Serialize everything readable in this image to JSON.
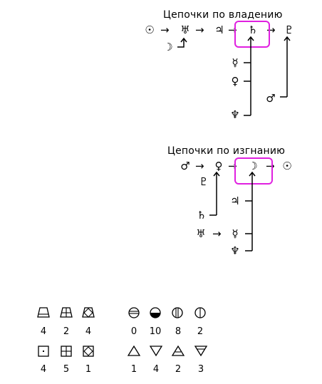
{
  "ownership": {
    "title": "Цепочки по владению",
    "chain": [
      "☉",
      "♅",
      "♃",
      "♄",
      "♇"
    ],
    "moon": "☽",
    "feeders": [
      "☿",
      "♀",
      "♆"
    ],
    "mars": "♂"
  },
  "exile": {
    "title": "Цепочки по изгнанию",
    "chain": [
      "♂",
      "♀",
      "☽",
      "☉"
    ],
    "pluto": "♇",
    "jupiter": "♃",
    "saturn": "♄",
    "uranus": "♅",
    "mercury": "☿",
    "neptune": "♆"
  },
  "arrow": "→",
  "stats": {
    "row1_values": [
      "4",
      "2",
      "4",
      "0",
      "10",
      "8",
      "2"
    ],
    "row2_values": [
      "4",
      "5",
      "1",
      "1",
      "4",
      "2",
      "3"
    ]
  },
  "colors": {
    "highlight": "#e020e0",
    "text": "#000000",
    "background": "#ffffff"
  }
}
